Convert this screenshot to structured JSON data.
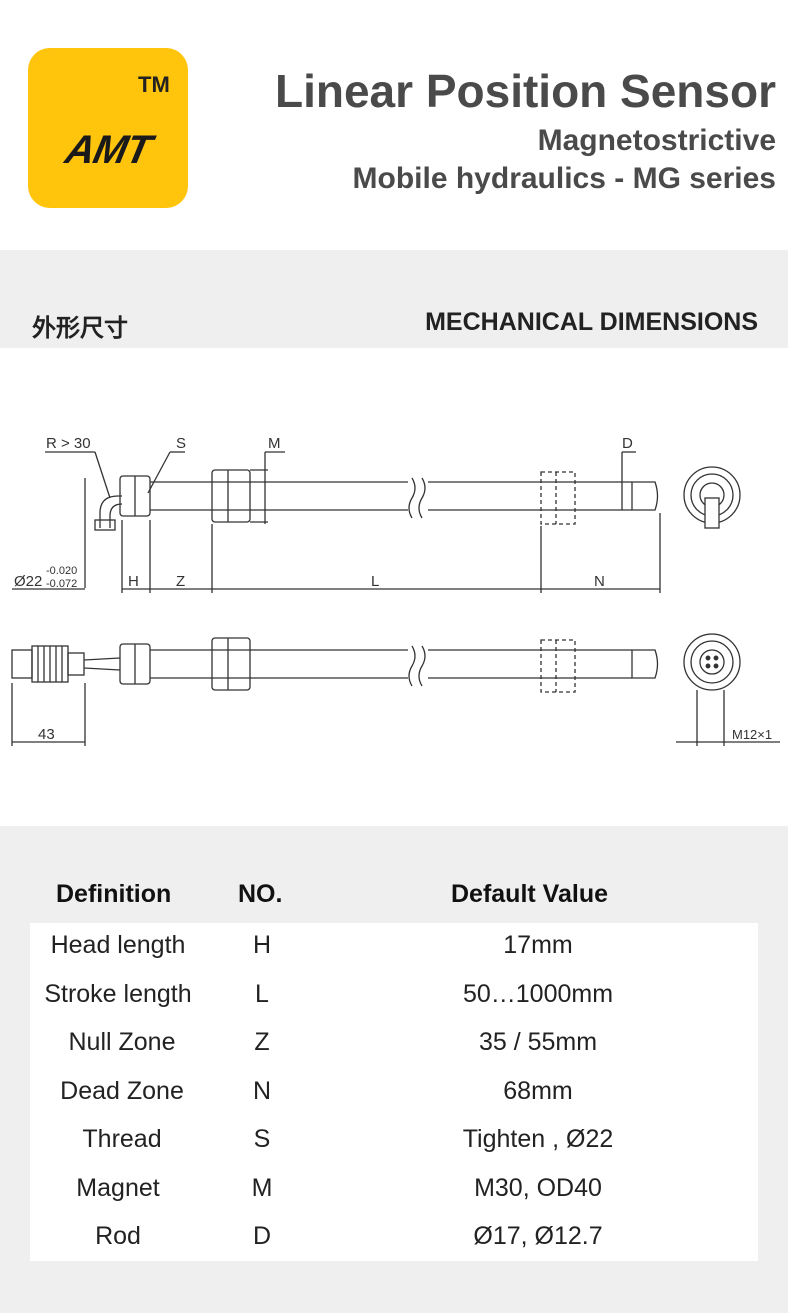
{
  "header": {
    "logo_text": "AMT",
    "logo_tm": "TM",
    "title": "Linear Position Sensor",
    "subtitle_1": "Magnetostrictive",
    "subtitle_2": "Mobile hydraulics - MG series",
    "brand_color": "#ffc40c"
  },
  "section": {
    "title_cn": "外形尺寸",
    "title_en": "MECHANICAL DIMENSIONS"
  },
  "drawing": {
    "labels": {
      "radius": "R > 30",
      "S": "S",
      "M": "M",
      "D": "D",
      "H": "H",
      "Z": "Z",
      "L": "L",
      "N": "N",
      "diameter": "Ø22",
      "tol_upper": "-0.020",
      "tol_lower": "-0.072",
      "cable_len": "43",
      "thread": "M12×1"
    }
  },
  "table": {
    "headers": [
      "Definition",
      "NO.",
      "Default Value"
    ],
    "rows": [
      {
        "definition": "Head length",
        "no": "H",
        "value": "17mm"
      },
      {
        "definition": "Stroke length",
        "no": "L",
        "value": "50…1000mm"
      },
      {
        "definition": "Null Zone",
        "no": "Z",
        "value": "35 / 55mm"
      },
      {
        "definition": "Dead Zone",
        "no": "N",
        "value": "68mm"
      },
      {
        "definition": "Thread",
        "no": "S",
        "value": "Tighten ,  Ø22"
      },
      {
        "definition": "Magnet",
        "no": "M",
        "value": "M30, OD40"
      },
      {
        "definition": "Rod",
        "no": "D",
        "value": "Ø17, Ø12.7"
      }
    ]
  }
}
